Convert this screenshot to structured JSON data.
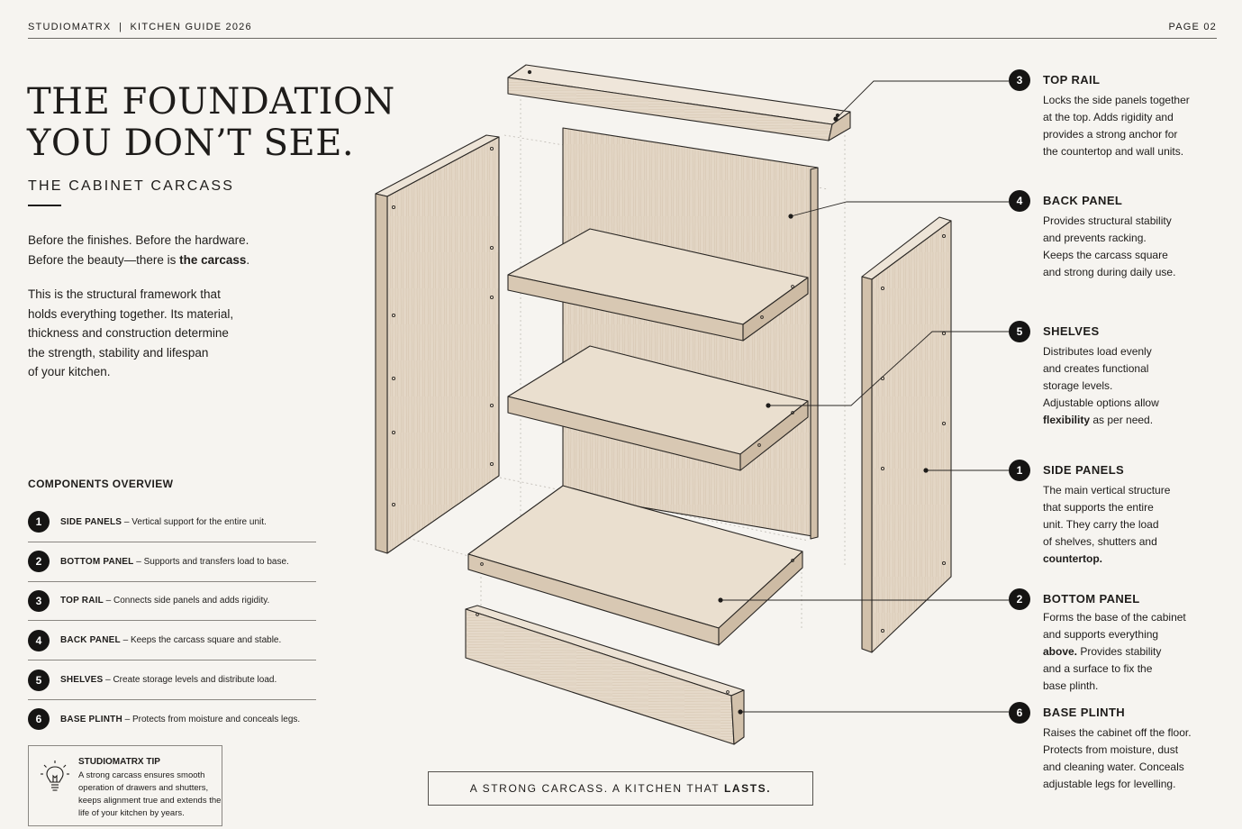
{
  "header": {
    "brand": "STUDIOMATRX  |  KITCHEN GUIDE 2026",
    "page": "PAGE 02"
  },
  "headline": {
    "line1": "THE FOUNDATION",
    "line2": "YOU DON’T SEE."
  },
  "subhead": "THE CABINET CARCASS",
  "intro": {
    "l1": "Before the finishes. Before the hardware.",
    "l2_pre": "Before the beauty—there is ",
    "l2_bold": "the carcass",
    "l2_post": "."
  },
  "body": [
    "This is the structural framework that",
    "holds everything together. Its material,",
    "thickness and construction determine",
    "the strength, stability and lifespan",
    "of your kitchen."
  ],
  "overview": {
    "title": "COMPONENTS OVERVIEW",
    "items": [
      {
        "num": "1",
        "name": "SIDE PANELS",
        "desc": " – Vertical support for the entire unit."
      },
      {
        "num": "2",
        "name": "BOTTOM PANEL",
        "desc": " – Supports and transfers load to base."
      },
      {
        "num": "3",
        "name": "TOP RAIL",
        "desc": " – Connects side panels and adds rigidity."
      },
      {
        "num": "4",
        "name": "BACK PANEL",
        "desc": " – Keeps the carcass square and stable."
      },
      {
        "num": "5",
        "name": "SHELVES",
        "desc": " – Create storage levels and distribute load."
      },
      {
        "num": "6",
        "name": "BASE PLINTH",
        "desc": " – Protects from moisture and conceals legs."
      }
    ]
  },
  "tip": {
    "title": "STUDIOMATRX TIP",
    "body": "A strong carcass ensures smooth operation of drawers and shutters, keeps alignment true and extends the life of your kitchen by years.",
    "icon": "lightbulb-icon"
  },
  "tagline": {
    "pre": "A STRONG CARCASS. A KITCHEN THAT ",
    "bold": "LASTS."
  },
  "callouts": {
    "top_rail": {
      "num": "3",
      "title": "TOP RAIL",
      "lines": [
        "Locks the side panels together",
        "at the top. Adds rigidity and",
        "provides a strong anchor for",
        "the countertop and wall units."
      ]
    },
    "back_panel": {
      "num": "4",
      "title": "BACK PANEL",
      "lines": [
        "Provides structural stability",
        "and prevents racking.",
        "Keeps the carcass square",
        "and strong during daily use."
      ]
    },
    "shelves": {
      "num": "5",
      "title": "SHELVES",
      "lines": [
        "Distributes load evenly",
        "and creates functional",
        "storage levels.",
        "Adjustable options allow"
      ],
      "last_bold": "flexibility",
      "last_rest": " as per need."
    },
    "side_panels": {
      "num": "1",
      "title": "SIDE PANELS",
      "lines": [
        "The main vertical structure",
        "that supports the entire",
        "unit. They carry the load",
        "of shelves, shutters and"
      ],
      "last_bold": "countertop."
    },
    "bottom_panel": {
      "num": "2",
      "title": "BOTTOM PANEL",
      "lines": [
        "Forms the base of the cabinet",
        "and supports everything"
      ],
      "mid_bold": "above.",
      "mid_rest": " Provides stability",
      "lines2": [
        "and a surface to fix the",
        "base plinth."
      ]
    },
    "base_plinth": {
      "num": "6",
      "title": "BASE PLINTH",
      "lines": [
        "Raises the cabinet off the floor.",
        "Protects from moisture, dust",
        "and cleaning water. Conceals",
        "adjustable legs for levelling."
      ]
    }
  },
  "colors": {
    "wood_face": "#e4d7c6",
    "wood_edge": "#d3c3ae",
    "ink": "#1e1c1a",
    "paper": "#f6f4f0"
  }
}
